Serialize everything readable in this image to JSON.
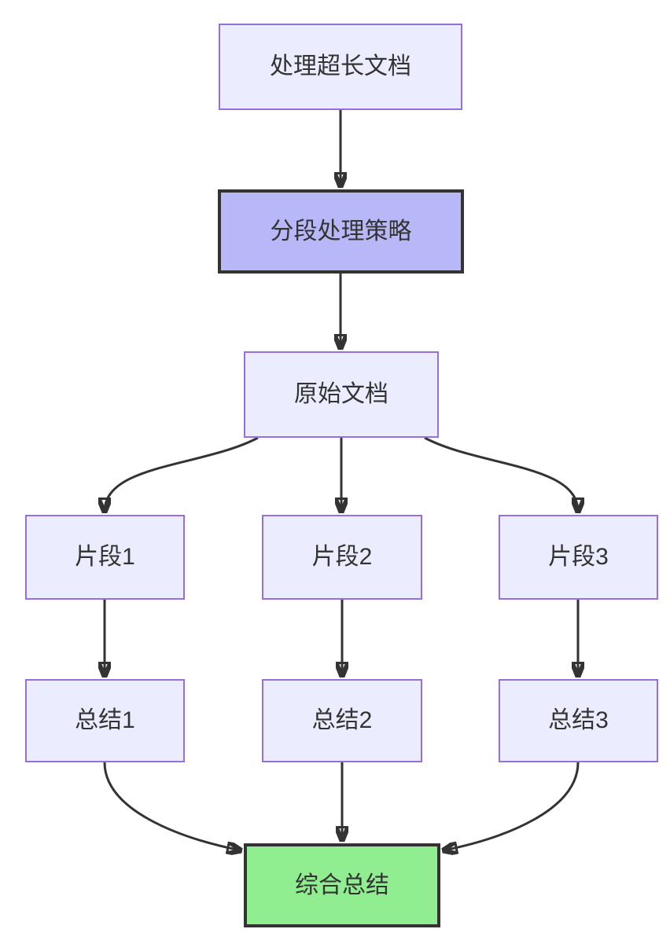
{
  "diagram": {
    "type": "flowchart",
    "direction": "top-down",
    "nodes": [
      {
        "id": "doc",
        "label": "处理超长文档",
        "kind": "default"
      },
      {
        "id": "strategy",
        "label": "分段处理策略",
        "kind": "emphasis"
      },
      {
        "id": "original",
        "label": "原始文档",
        "kind": "default"
      },
      {
        "id": "chunk1",
        "label": "片段1",
        "kind": "default"
      },
      {
        "id": "chunk2",
        "label": "片段2",
        "kind": "default"
      },
      {
        "id": "chunk3",
        "label": "片段3",
        "kind": "default"
      },
      {
        "id": "summary1",
        "label": "总结1",
        "kind": "default"
      },
      {
        "id": "summary2",
        "label": "总结2",
        "kind": "default"
      },
      {
        "id": "summary3",
        "label": "总结3",
        "kind": "default"
      },
      {
        "id": "final",
        "label": "综合总结",
        "kind": "result"
      }
    ],
    "edges": [
      {
        "from": "处理超长文档",
        "to": "分段处理策略"
      },
      {
        "from": "分段处理策略",
        "to": "原始文档"
      },
      {
        "from": "原始文档",
        "to": "片段1"
      },
      {
        "from": "原始文档",
        "to": "片段2"
      },
      {
        "from": "原始文档",
        "to": "片段3"
      },
      {
        "from": "片段1",
        "to": "总结1"
      },
      {
        "from": "片段2",
        "to": "总结2"
      },
      {
        "from": "片段3",
        "to": "总结3"
      },
      {
        "from": "总结1",
        "to": "综合总结"
      },
      {
        "from": "总结2",
        "to": "综合总结"
      },
      {
        "from": "总结3",
        "to": "综合总结"
      }
    ],
    "colors": {
      "node_fill": "#ECECFF",
      "node_border": "#9370DB",
      "strategy_fill": "#b8b8f8",
      "strategy_border": "#333333",
      "result_fill": "#90EE90",
      "result_border": "#333333",
      "edge": "#333333",
      "text": "#333333",
      "background": "#ffffff"
    }
  }
}
